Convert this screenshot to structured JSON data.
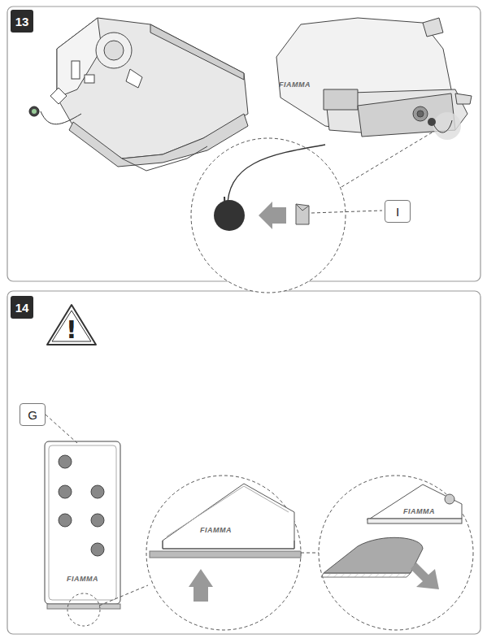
{
  "diagram": {
    "nodes": [
      {
        "text": [
          "13"
        ]
      },
      {
        "text": [
          "I"
        ]
      },
      {
        "text": [
          "14"
        ]
      },
      {
        "text": [
          "G"
        ]
      }
    ],
    "labels": [
      "FIAMMA",
      "FIAMMA",
      "FIAMMA",
      "FIAMMA",
      "!"
    ]
  }
}
